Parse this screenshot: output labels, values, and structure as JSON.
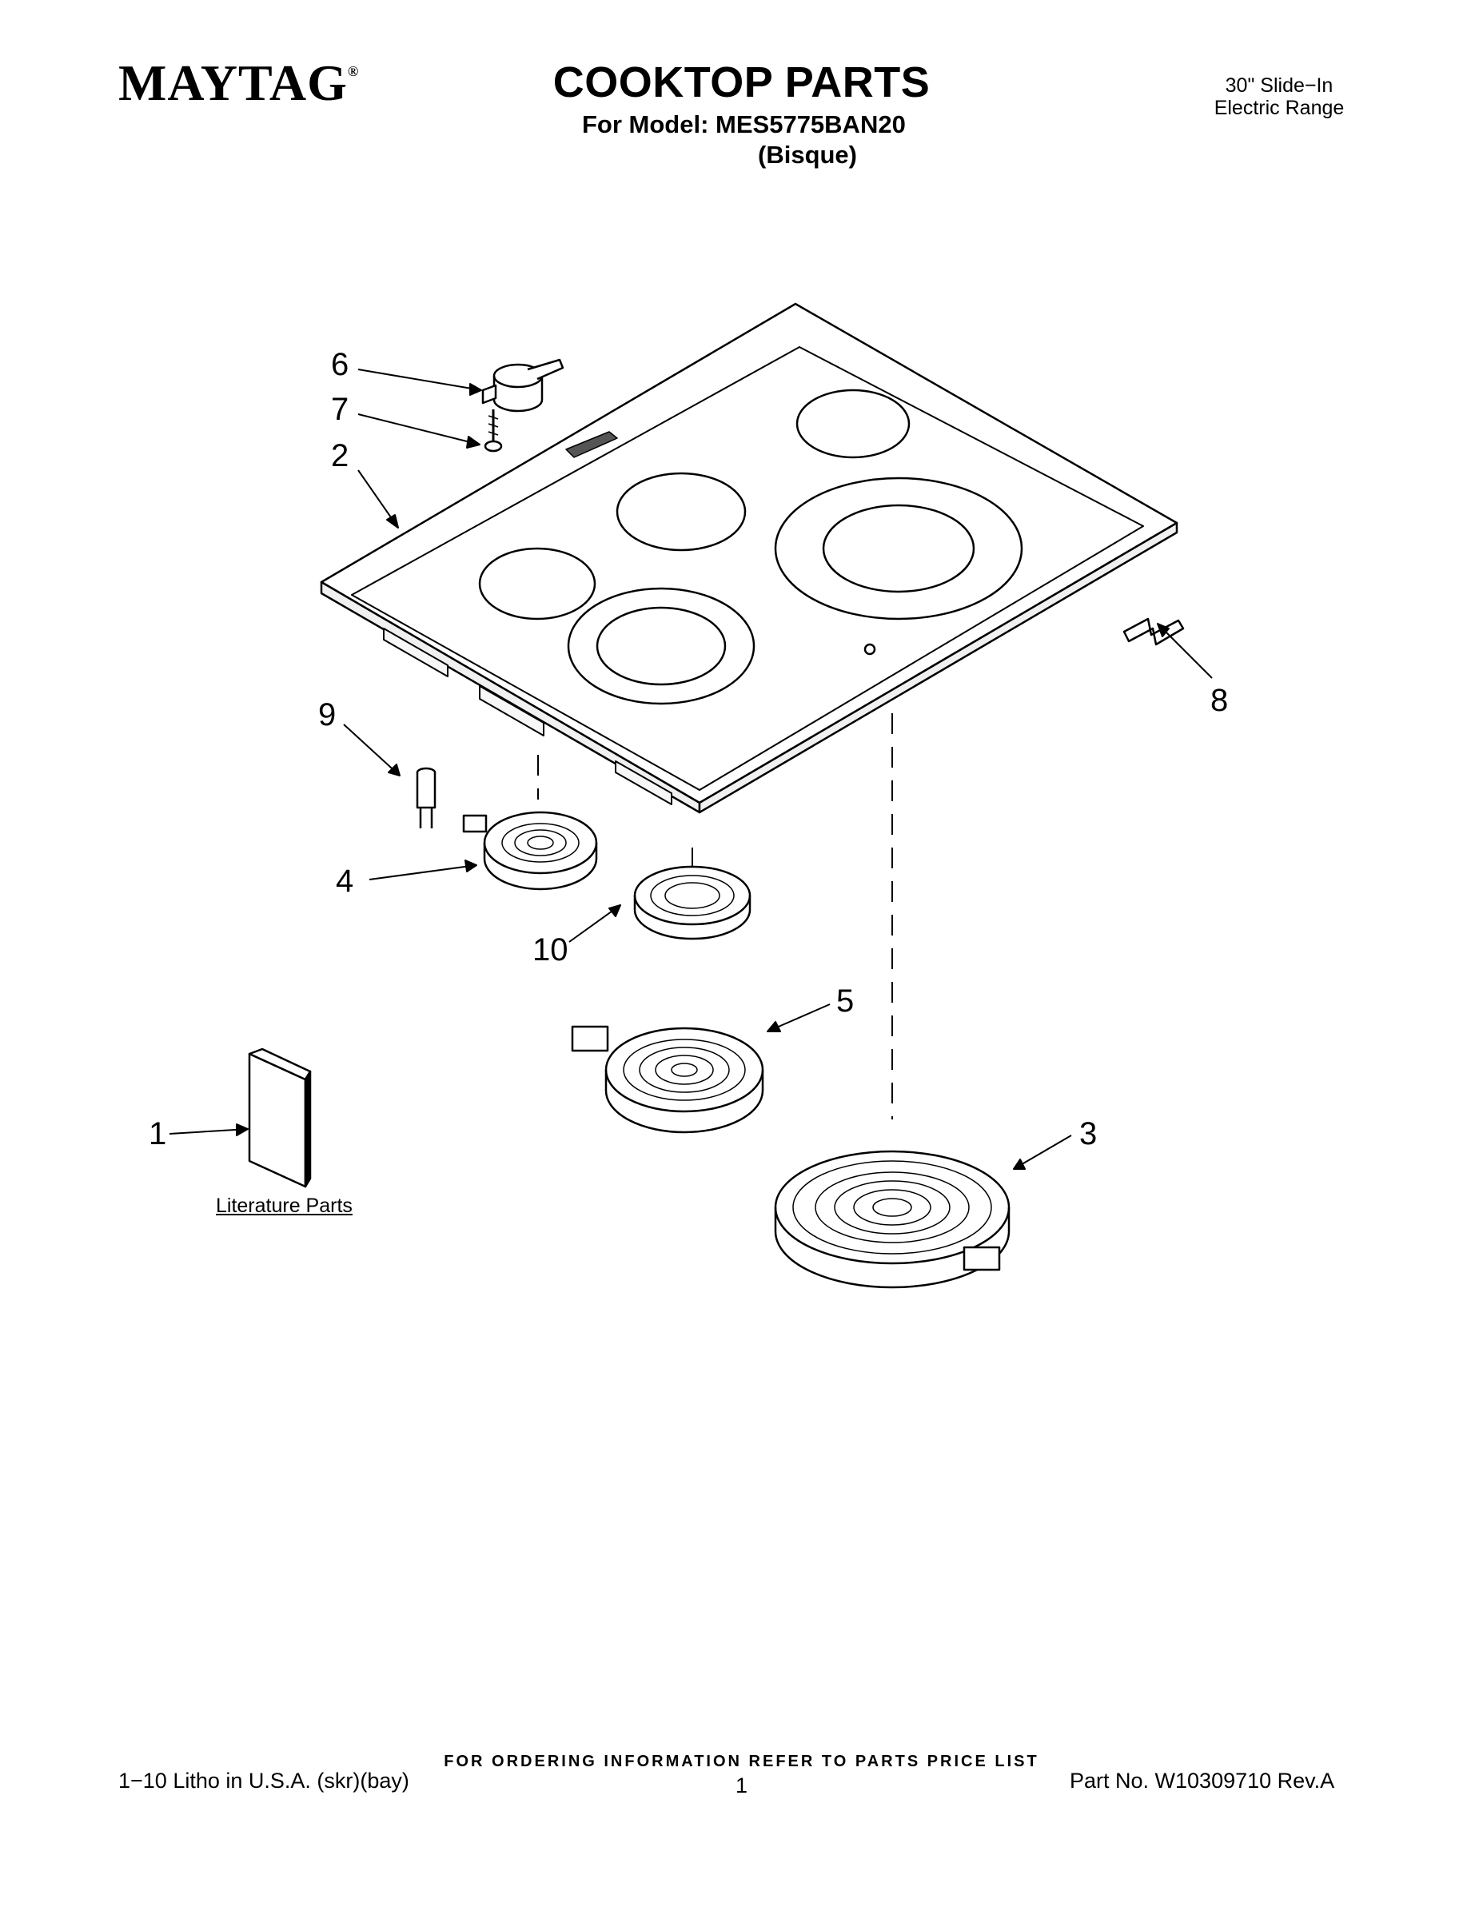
{
  "header": {
    "brand": "MAYTAG",
    "brand_mark": "®",
    "title": "COOKTOP PARTS",
    "model_line": "For Model: MES5775BAN20",
    "variant": "(Bisque)",
    "product_line1": "30\" Slide−In",
    "product_line2": "Electric Range"
  },
  "callouts": [
    "1",
    "2",
    "3",
    "4",
    "5",
    "6",
    "7",
    "8",
    "9",
    "10"
  ],
  "literature_label": "Literature Parts",
  "footer": {
    "ordering_note": "FOR ORDERING INFORMATION REFER TO PARTS PRICE LIST",
    "print_info": "1−10 Litho in U.S.A. (skr)(bay)",
    "page_number": "1",
    "part_number": "Part No. W10309710 Rev.A"
  },
  "colors": {
    "ink": "#000000",
    "paper": "#ffffff",
    "shade": "#d9d9d9"
  }
}
